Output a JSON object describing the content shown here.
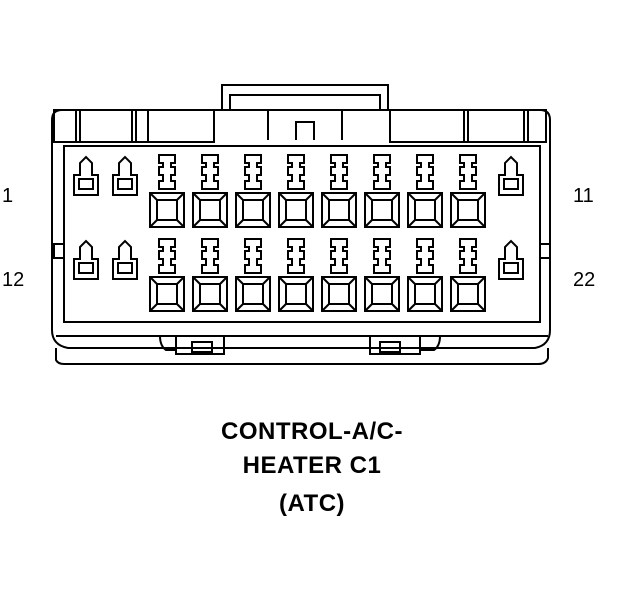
{
  "connector": {
    "pin_labels": {
      "top_left": "1",
      "top_right": "11",
      "bottom_left": "12",
      "bottom_right": "22"
    },
    "caption": {
      "line1": "CONTROL-A/C-",
      "line2": "HEATER C1",
      "line3": "(ATC)"
    },
    "rows": 2,
    "terminals_per_row": 11,
    "stroke_color": "#000000",
    "fill_color": "#ffffff"
  }
}
